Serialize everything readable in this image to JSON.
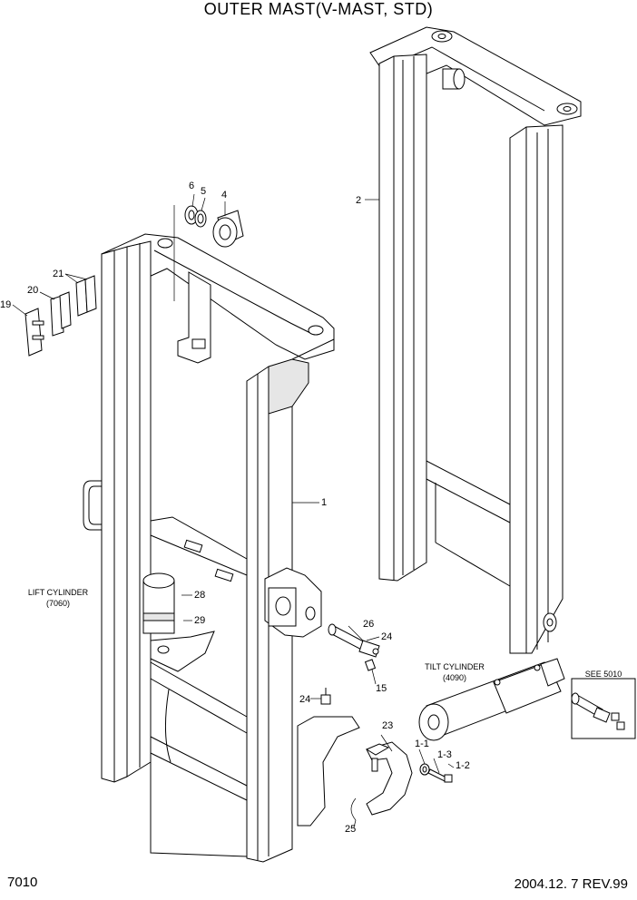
{
  "title": "OUTER MAST(V-MAST, STD)",
  "page_number": "7010",
  "revision": "2004.12. 7 REV.99",
  "references": {
    "lift_cylinder": "LIFT CYLINDER",
    "lift_cylinder_ref": "(7060)",
    "tilt_cylinder": "TILT CYLINDER",
    "tilt_cylinder_ref": "(4090)",
    "see": "SEE 5010"
  },
  "callouts": {
    "c1": "1",
    "c1_1": "1-1",
    "c1_2": "1-2",
    "c1_3": "1-3",
    "c2": "2",
    "c4": "4",
    "c5": "5",
    "c6": "6",
    "c15": "15",
    "c19": "19",
    "c20": "20",
    "c21": "21",
    "c23": "23",
    "c24a": "24",
    "c24b": "24",
    "c25": "25",
    "c26": "26",
    "c28": "28",
    "c29": "29"
  }
}
